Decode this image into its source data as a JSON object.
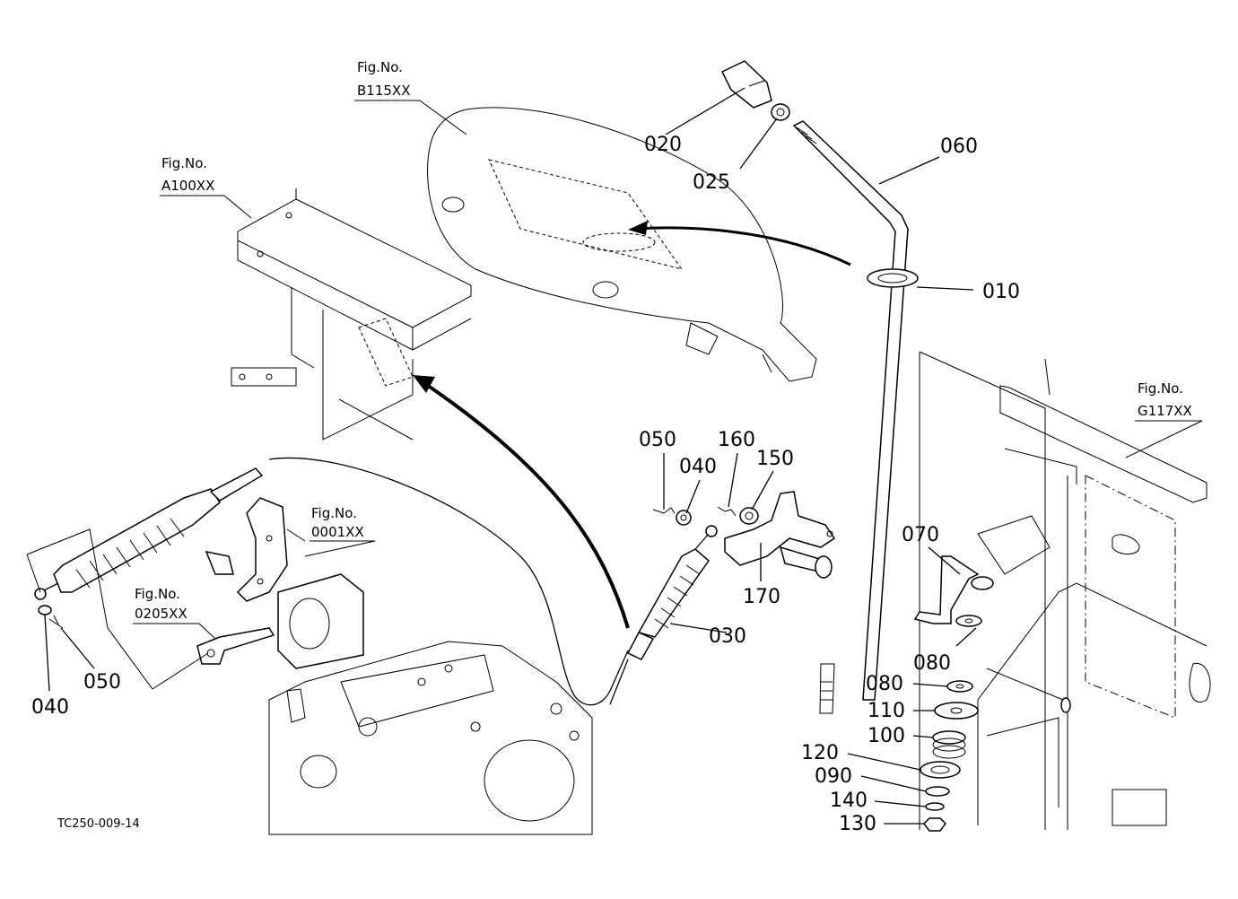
{
  "diagram_code": "TC250-009-14",
  "part_labels": {
    "p010": "010",
    "p020": "020",
    "p025": "025",
    "p030": "030",
    "p040_top": "040",
    "p040_left": "040",
    "p050_top": "050",
    "p050_left": "050",
    "p060": "060",
    "p070": "070",
    "p080_a": "080",
    "p080_b": "080",
    "p090": "090",
    "p100": "100",
    "p110": "110",
    "p120": "120",
    "p130": "130",
    "p140": "140",
    "p150": "150",
    "p160": "160",
    "p170": "170"
  },
  "fig_refs": {
    "b115": {
      "prefix": "Fig.No.",
      "code": "B115XX"
    },
    "a100": {
      "prefix": "Fig.No.",
      "code": "A100XX"
    },
    "f0001": {
      "prefix": "Fig.No.",
      "code": "0001XX"
    },
    "f0205": {
      "prefix": "Fig.No.",
      "code": "0205XX"
    },
    "g117": {
      "prefix": "Fig.No.",
      "code": "G117XX"
    }
  }
}
